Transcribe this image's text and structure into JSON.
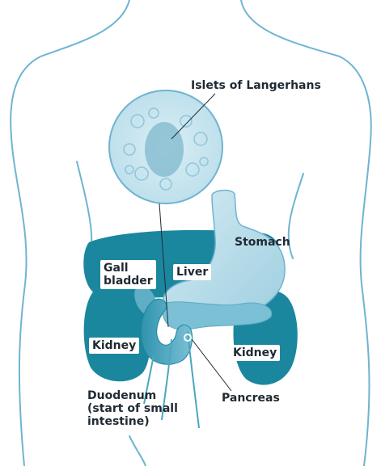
{
  "labels": {
    "islets": "Islets of Langerhans",
    "stomach": "Stomach",
    "gall_bladder_1": "Gall",
    "gall_bladder_2": "bladder",
    "liver": "Liver",
    "kidney_left": "Kidney",
    "kidney_right": "Kidney",
    "pancreas": "Pancreas",
    "duodenum_1": "Duodenum",
    "duodenum_2": "(start of small",
    "duodenum_3": "intestine)"
  },
  "colors": {
    "outline": "#6fb4d2",
    "organ_dark": "#1b879f",
    "organ_mid": "#4aa7c0",
    "organ_light": "#a9d5e4",
    "stomach_fill": "#c6e3ee",
    "text": "#1f2a33"
  }
}
